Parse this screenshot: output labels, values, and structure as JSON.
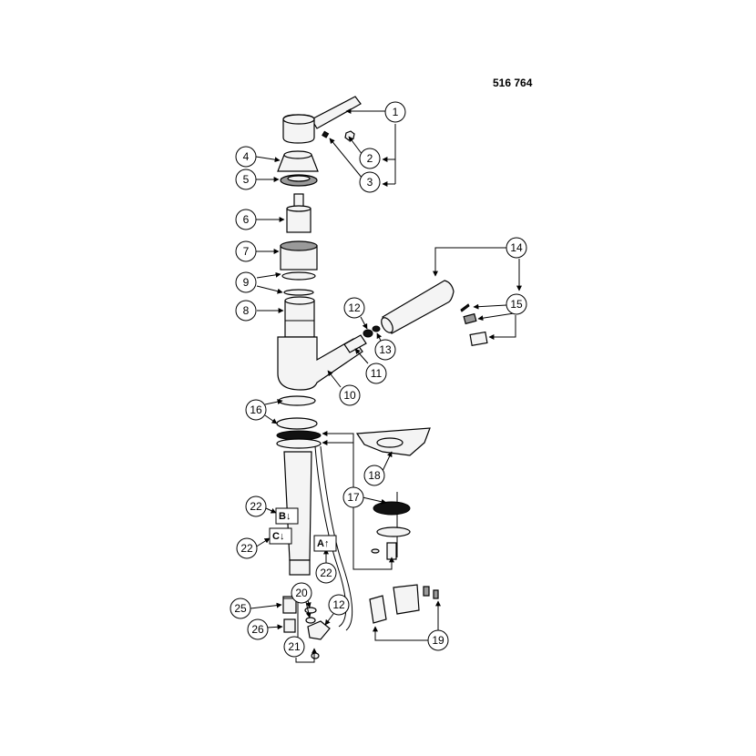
{
  "part_number": "516 764",
  "callouts": [
    {
      "id": "c1",
      "label": "1"
    },
    {
      "id": "c2",
      "label": "2"
    },
    {
      "id": "c3",
      "label": "3"
    },
    {
      "id": "c4",
      "label": "4"
    },
    {
      "id": "c5",
      "label": "5"
    },
    {
      "id": "c6",
      "label": "6"
    },
    {
      "id": "c7",
      "label": "7"
    },
    {
      "id": "c9",
      "label": "9"
    },
    {
      "id": "c8",
      "label": "8"
    },
    {
      "id": "c12a",
      "label": "12"
    },
    {
      "id": "c13",
      "label": "13"
    },
    {
      "id": "c14",
      "label": "14"
    },
    {
      "id": "c15",
      "label": "15"
    },
    {
      "id": "c11",
      "label": "11"
    },
    {
      "id": "c10",
      "label": "10"
    },
    {
      "id": "c16",
      "label": "16"
    },
    {
      "id": "c18",
      "label": "18"
    },
    {
      "id": "c17",
      "label": "17"
    },
    {
      "id": "c22a",
      "label": "22"
    },
    {
      "id": "c22b",
      "label": "22"
    },
    {
      "id": "c22c",
      "label": "22"
    },
    {
      "id": "c25",
      "label": "25"
    },
    {
      "id": "c20",
      "label": "20"
    },
    {
      "id": "c12b",
      "label": "12"
    },
    {
      "id": "c26",
      "label": "26"
    },
    {
      "id": "c21",
      "label": "21"
    },
    {
      "id": "c19",
      "label": "19"
    }
  ],
  "flow_labels": {
    "b": "B↓",
    "c": "C↓",
    "a": "A↑"
  }
}
